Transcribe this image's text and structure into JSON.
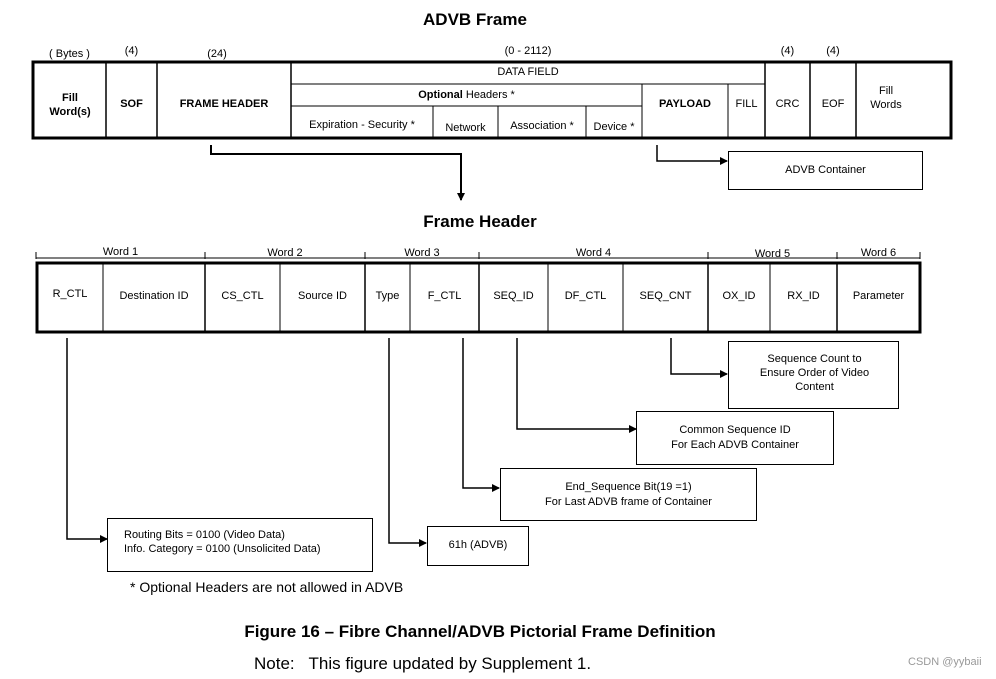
{
  "advb_frame": {
    "title": "ADVB Frame",
    "sizes": {
      "bytes": "( Bytes )",
      "sof": "(4)",
      "header": "(24)",
      "data": "(0 - 2112)",
      "crc": "(4)",
      "eof": "(4)"
    },
    "fill_words": "Fill Word(s)",
    "sof": "SOF",
    "frame_header": "FRAME HEADER",
    "data_field": "DATA FIELD",
    "optional_bold": "Optional",
    "optional_rest": "Headers *",
    "expiration": "Expiration - Security *",
    "network": "Network",
    "association": "Association *",
    "device": "Device *",
    "payload": "PAYLOAD",
    "fill": "FILL",
    "crc": "CRC",
    "eof": "EOF",
    "fill_words_end": "Fill Words",
    "container": "ADVB Container"
  },
  "frame_header": {
    "title": "Frame Header",
    "words": [
      "Word 1",
      "Word 2",
      "Word 3",
      "Word 4",
      "Word 5",
      "Word 6"
    ],
    "fields": [
      "R_CTL",
      "Destination ID",
      "CS_CTL",
      "Source ID",
      "Type",
      "F_CTL",
      "SEQ_ID",
      "DF_CTL",
      "SEQ_CNT",
      "OX_ID",
      "RX_ID",
      "Parameter"
    ]
  },
  "callouts": {
    "seq_cnt": "Sequence Count to Ensure Order of Video Content",
    "seq_id_1": "Common Sequence ID",
    "seq_id_2": "For Each ADVB Container",
    "fctl_1": "End_Sequence Bit(19 =1)",
    "fctl_2": "For Last  ADVB frame  of Container",
    "rctl_1": "Routing Bits = 0100 (Video Data)",
    "rctl_2": "Info. Category = 0100 (Unsolicited Data)",
    "type": "61h (ADVB)"
  },
  "footnote": "* Optional Headers are not allowed in ADVB",
  "caption": "Figure 16 – Fibre Channel/ADVB Pictorial Frame Definition",
  "note": "Note:   This figure updated by Supplement 1.",
  "watermark": "CSDN @yybaii"
}
